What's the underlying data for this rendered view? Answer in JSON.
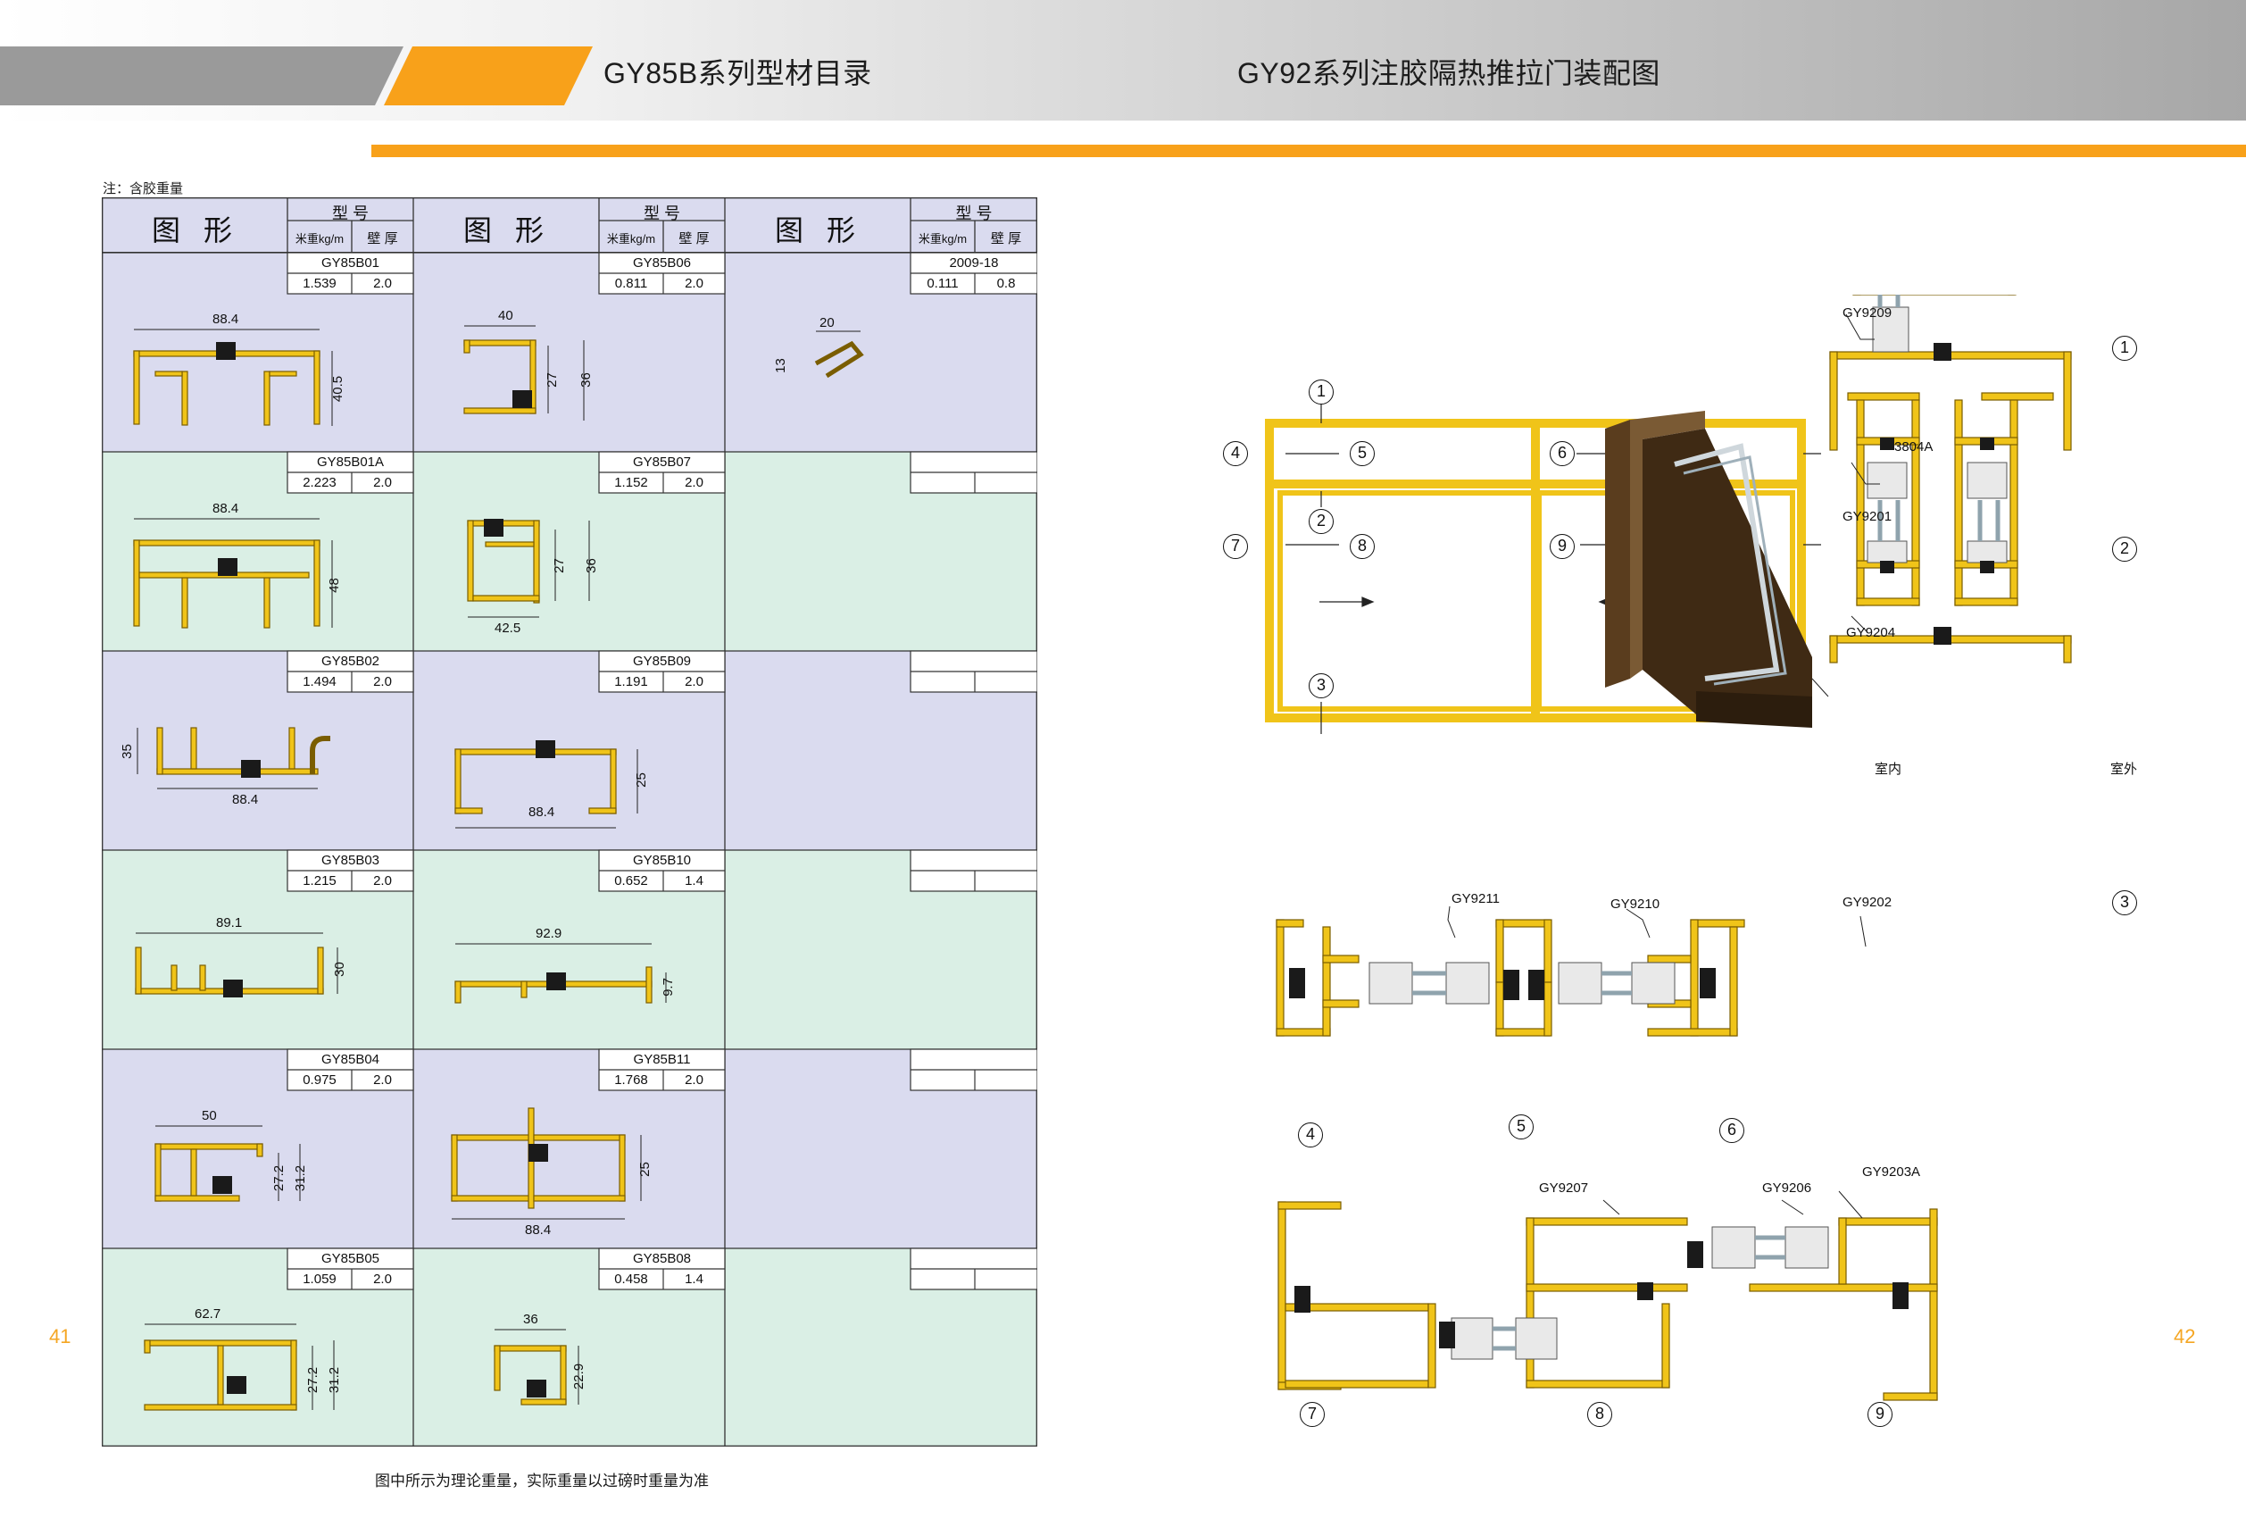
{
  "header": {
    "left_title": "GY85B系列型材目录",
    "right_title": "GY92系列注胶隔热推拉门装配图",
    "accent_color": "#f8a11a",
    "gray_bar_color": "#9a9a9a"
  },
  "catalog": {
    "note": "注：含胶重量",
    "col_header": {
      "figure": "图形",
      "model": "型 号",
      "weight": "米重kg/m",
      "thickness": "壁 厚"
    },
    "rows": [
      [
        {
          "model": "GY85B01",
          "weight": "1.539",
          "thickness": "2.0",
          "dims": [
            "88.4",
            "40.5"
          ]
        },
        {
          "model": "GY85B06",
          "weight": "0.811",
          "thickness": "2.0",
          "dims": [
            "40",
            "27",
            "36"
          ]
        },
        {
          "model": "2009-18",
          "weight": "0.111",
          "thickness": "0.8",
          "dims": [
            "20",
            "13"
          ]
        }
      ],
      [
        {
          "model": "GY85B01A",
          "weight": "2.223",
          "thickness": "2.0",
          "dims": [
            "88.4",
            "48"
          ]
        },
        {
          "model": "GY85B07",
          "weight": "1.152",
          "thickness": "2.0",
          "dims": [
            "42.5",
            "27",
            "36"
          ]
        },
        {
          "model": "",
          "weight": "",
          "thickness": "",
          "dims": []
        }
      ],
      [
        {
          "model": "GY85B02",
          "weight": "1.494",
          "thickness": "2.0",
          "dims": [
            "88.4",
            "35"
          ]
        },
        {
          "model": "GY85B09",
          "weight": "1.191",
          "thickness": "2.0",
          "dims": [
            "88.4",
            "25"
          ]
        },
        {
          "model": "",
          "weight": "",
          "thickness": "",
          "dims": []
        }
      ],
      [
        {
          "model": "GY85B03",
          "weight": "1.215",
          "thickness": "2.0",
          "dims": [
            "89.1",
            "30"
          ]
        },
        {
          "model": "GY85B10",
          "weight": "0.652",
          "thickness": "1.4",
          "dims": [
            "92.9",
            "9.7"
          ]
        },
        {
          "model": "",
          "weight": "",
          "thickness": "",
          "dims": []
        }
      ],
      [
        {
          "model": "GY85B04",
          "weight": "0.975",
          "thickness": "2.0",
          "dims": [
            "50",
            "27.2",
            "31.2"
          ]
        },
        {
          "model": "GY85B11",
          "weight": "1.768",
          "thickness": "2.0",
          "dims": [
            "88.4",
            "25"
          ]
        },
        {
          "model": "",
          "weight": "",
          "thickness": "",
          "dims": []
        }
      ],
      [
        {
          "model": "GY85B05",
          "weight": "1.059",
          "thickness": "2.0",
          "dims": [
            "62.7",
            "27.2",
            "31.2"
          ]
        },
        {
          "model": "GY85B08",
          "weight": "0.458",
          "thickness": "1.4",
          "dims": [
            "36",
            "22.9"
          ]
        },
        {
          "model": "",
          "weight": "",
          "thickness": "",
          "dims": []
        }
      ]
    ],
    "footer": "图中所示为理论重量，实际重量以过磅时重量为准",
    "page_left": "41",
    "page_right": "42",
    "row_colors": [
      "#dadbef",
      "#daefe5"
    ]
  },
  "assembly": {
    "callouts": [
      "1",
      "2",
      "3",
      "4",
      "5",
      "6",
      "7",
      "8",
      "9"
    ],
    "parts": {
      "gy9209": "GY9209",
      "a3804": "3804A",
      "gy9201": "GY9201",
      "gy9204": "GY9204",
      "gy9202": "GY9202",
      "gy9211": "GY9211",
      "gy9210": "GY9210",
      "gy9207": "GY9207",
      "gy9206": "GY9206",
      "gy9203a": "GY9203A"
    },
    "indoor": "室内",
    "outdoor": "室外",
    "profile_color": "#f0c419"
  }
}
